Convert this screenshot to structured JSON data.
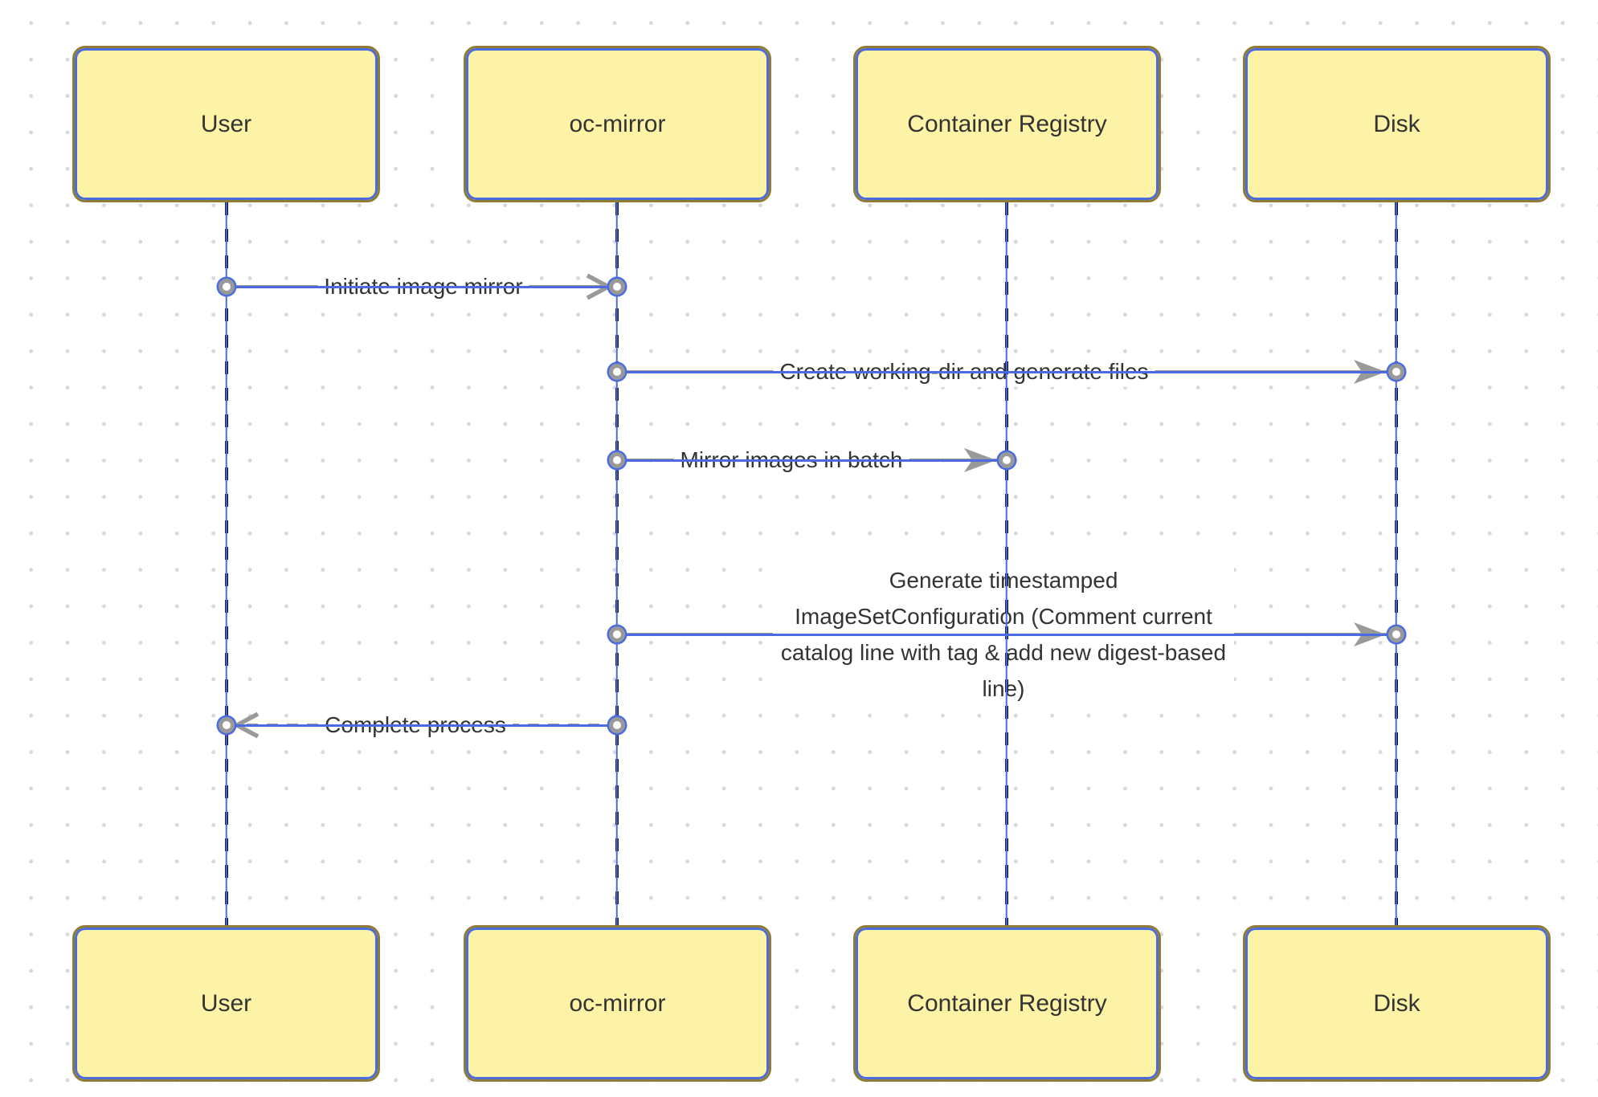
{
  "diagram": {
    "actors": [
      {
        "name": "User"
      },
      {
        "name": "oc-mirror"
      },
      {
        "name": "Container Registry"
      },
      {
        "name": "Disk"
      }
    ],
    "messages": [
      {
        "label": "Initiate image mirror",
        "from": "User",
        "to": "oc-mirror",
        "line": "solid",
        "arrowhead": "open"
      },
      {
        "label": "Create working-dir and generate files",
        "from": "oc-mirror",
        "to": "Disk",
        "line": "solid",
        "arrowhead": "filled"
      },
      {
        "label": "Mirror images in batch",
        "from": "oc-mirror",
        "to": "Container Registry",
        "line": "solid",
        "arrowhead": "filled"
      },
      {
        "label": [
          "Generate timestamped",
          "ImageSetConfiguration (Comment current",
          "catalog line with tag & add new digest-based",
          "line)"
        ],
        "from": "oc-mirror",
        "to": "Disk",
        "line": "solid",
        "arrowhead": "filled"
      },
      {
        "label": "Complete process",
        "from": "oc-mirror",
        "to": "User",
        "line": "dashed",
        "arrowhead": "open"
      }
    ],
    "colors": {
      "actor_fill": "#FDF3A6",
      "actor_border": "#8F7B35",
      "selection_blue": "#4A6CE0",
      "edge_gray": "#999999",
      "lifeline_dark": "#101432",
      "text": "#333333",
      "grid_dot": "#D8D8D8",
      "background": "#FFFFFF"
    }
  }
}
